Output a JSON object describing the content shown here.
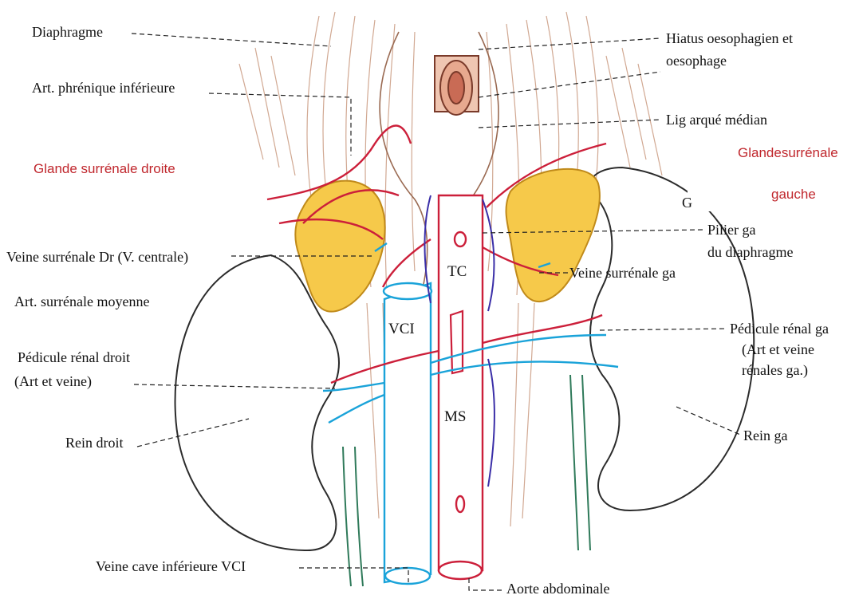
{
  "diagram": {
    "labels": {
      "diaphragme": "Diaphragme",
      "hiatus_line1": "Hiatus oesophagien et",
      "hiatus_line2": "oesophage",
      "art_phrenique": "Art. phrénique inférieure",
      "lig_arque": "Lig arqué médian",
      "pilier_line1": "Pilier ga",
      "pilier_line2": "du diaphragme",
      "veine_surr_droite": "Veine surrénale Dr (V. centrale)",
      "veine_surr_gauche": "Veine surrénale ga",
      "art_surr_moyenne": "Art. surrénale moyenne",
      "pedicule_droit_line1": "Pédicule rénal droit",
      "pedicule_droit_line2": "(Art et veine)",
      "pedicule_gauche_line1": "Pédicule rénal ga",
      "pedicule_gauche_line2": "(Art et veine",
      "pedicule_gauche_line3": "rénales ga.)",
      "rein_droit": "Rein droit",
      "rein_gauche": "Rein ga",
      "veine_cave": "Veine cave inférieure  VCI",
      "aorte": "Aorte abdominale",
      "partial_letter": "G"
    },
    "overlay_labels": {
      "glande_droite": "Glande surrénale droite",
      "glande_gauche_line1": "Glandesurrénale",
      "glande_gauche_line2": "gauche"
    },
    "organ_labels": {
      "tc": "TC",
      "vci": "VCI",
      "ms": "MS"
    },
    "colors": {
      "artery": "#cc1f3a",
      "vein": "#1aa3d9",
      "gland": "#f6c94a",
      "ureter": "#2f7a5a",
      "muscle": "#b87a5a",
      "lymph": "#3b2fa8",
      "label_red": "#c0272d"
    }
  }
}
